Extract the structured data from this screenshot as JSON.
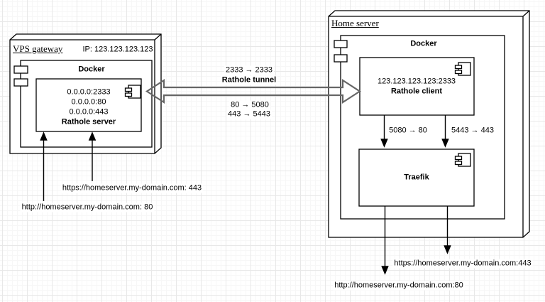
{
  "colors": {
    "stroke": "#000000",
    "tunnel_stroke": "#666666",
    "fill": "#ffffff",
    "grid_major": "#e8e8e8",
    "grid_minor": "#f7f7f7"
  },
  "vps": {
    "title": "VPS gateway",
    "ip": "IP: 123.123.123.123",
    "docker_label": "Docker",
    "rathole_server": {
      "line1": "0.0.0.0:2333",
      "line2": "0.0.0.0:80",
      "line3": "0.0.0.0:443",
      "name": "Rathole server"
    },
    "incoming_https": "https://homeserver.my-domain.com: 443",
    "incoming_http": "http://homeserver.my-domain.com: 80"
  },
  "tunnel": {
    "mapping_2333": "2333 → 2333",
    "name": "Rathole tunnel",
    "mapping_80": "80 → 5080",
    "mapping_443": "443 → 5443"
  },
  "home": {
    "title": "Home server",
    "docker_label": "Docker",
    "rathole_client": {
      "address": "123.123.123.123:2333",
      "name": "Rathole client"
    },
    "mapping_http": "5080 → 80",
    "mapping_https": "5443 → 443",
    "traefik_name": "Traefik",
    "outgoing_https": "https://homeserver.my-domain.com:443",
    "outgoing_http": "http://homeserver.my-domain.com:80"
  }
}
